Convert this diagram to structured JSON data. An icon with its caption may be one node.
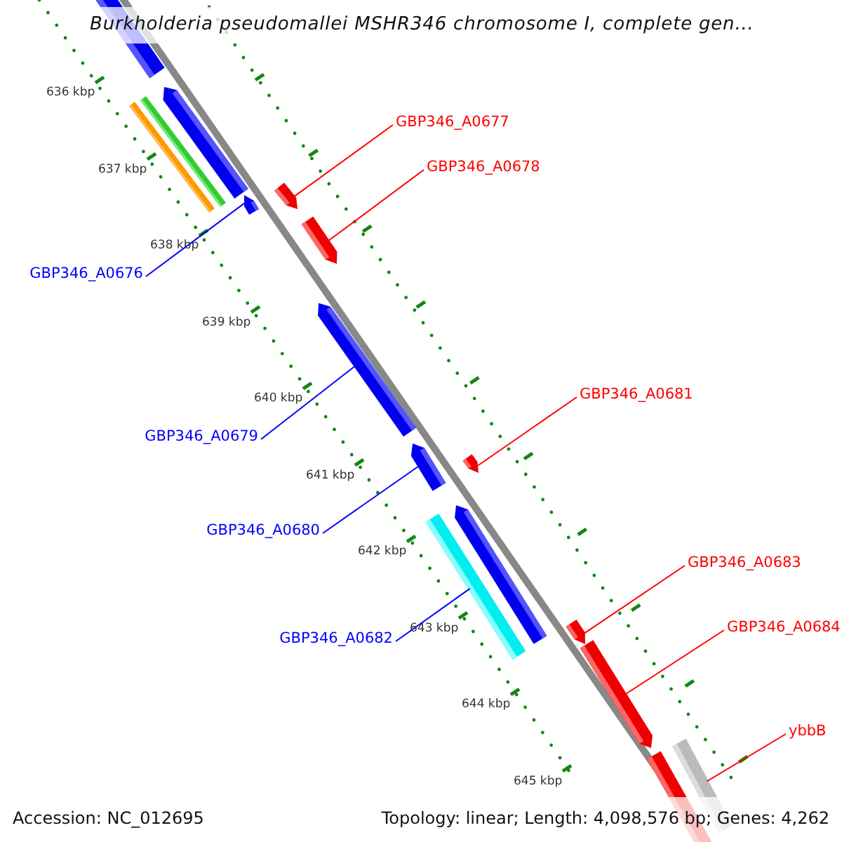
{
  "diagram": {
    "title": "Burkholderia pseudomallei MSHR346 chromosome I, complete gen...",
    "nodes": [
      {
        "text": [
          "GBP346_A0677"
        ]
      },
      {
        "text": [
          "GBP346_A0678"
        ]
      },
      {
        "text": [
          "GBP346_A0676"
        ]
      },
      {
        "text": [
          "GBP346_A0679"
        ]
      },
      {
        "text": [
          "GBP346_A0681"
        ]
      },
      {
        "text": [
          "GBP346_A0680"
        ]
      },
      {
        "text": [
          "GBP346_A0683"
        ]
      },
      {
        "text": [
          "GBP346_A0682"
        ]
      },
      {
        "text": [
          "GBP346_A0684"
        ]
      },
      {
        "text": [
          "ybbB"
        ]
      },
      {
        "text": [],
        "shape": "bar"
      },
      {
        "text": [],
        "shape": "bar"
      },
      {
        "text": [],
        "shape": "bar"
      },
      {
        "text": [],
        "shape": "bar"
      },
      {
        "text": [],
        "shape": "bar"
      },
      {
        "text": [],
        "shape": "bar"
      },
      {
        "text": [],
        "shape": "bar"
      },
      {
        "text": [],
        "shape": "bar"
      },
      {
        "text": [],
        "shape": "bar"
      },
      {
        "text": [],
        "shape": "bar"
      },
      {
        "text": [],
        "shape": "bar"
      },
      {
        "text": [],
        "shape": "bar"
      },
      {
        "text": [],
        "shape": "bar"
      },
      {
        "text": [],
        "shape": "bar"
      },
      {
        "text": [],
        "shape": "bar"
      },
      {
        "text": [],
        "shape": "bar"
      }
    ],
    "edges": [
      {
        "from": 0,
        "to": 15,
        "arrow": "none"
      },
      {
        "from": 1,
        "to": 16,
        "arrow": "none"
      },
      {
        "from": 2,
        "to": 14,
        "arrow": "none",
        "color": "#0000ff"
      },
      {
        "from": 3,
        "to": 17,
        "arrow": "none",
        "color": "#0000ff"
      },
      {
        "from": 4,
        "to": 19,
        "arrow": "none"
      },
      {
        "from": 5,
        "to": 18,
        "arrow": "none",
        "color": "#0000ff"
      },
      {
        "from": 6,
        "to": 22,
        "arrow": "none"
      },
      {
        "from": 7,
        "to": 20,
        "arrow": "none",
        "color": "#0000ff"
      },
      {
        "from": 8,
        "to": 23,
        "arrow": "none"
      },
      {
        "from": 9,
        "to": 25,
        "arrow": "none"
      }
    ],
    "labels": [
      "636 kbp",
      "637 kbp",
      "638 kbp",
      "639 kbp",
      "640 kbp",
      "641 kbp",
      "642 kbp",
      "643 kbp",
      "644 kbp",
      "645 kbp",
      "Accession: NC_012695",
      "Topology: linear; Length: 4,098,576 bp; Genes: 4,262"
    ]
  }
}
